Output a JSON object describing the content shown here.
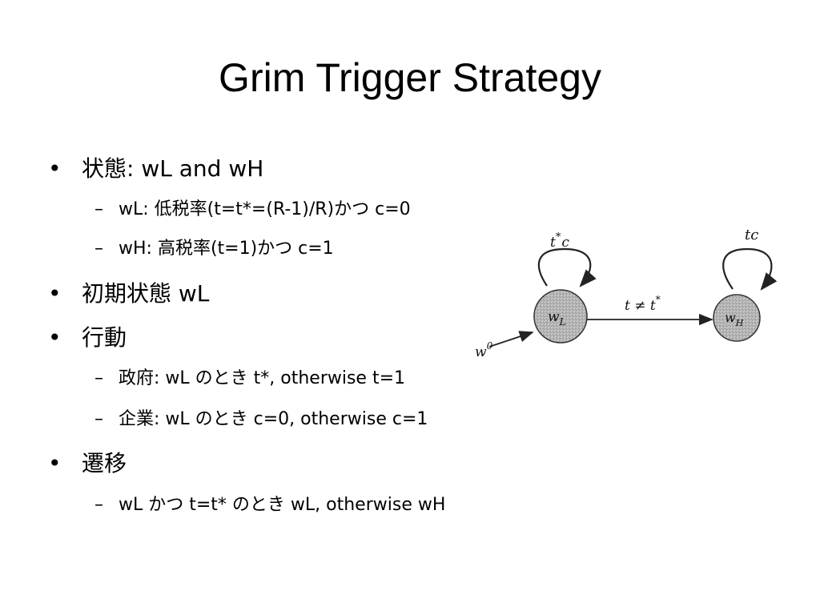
{
  "slide": {
    "title": "Grim Trigger Strategy",
    "items": [
      {
        "bullet": "•",
        "text": "状態: wL and wH"
      },
      {
        "bullet": "–",
        "text": "wL: 低税率(t=t*=(R-1)/R)かつ c=0"
      },
      {
        "bullet": "–",
        "text": "wH: 高税率(t=1)かつ c=1"
      },
      {
        "bullet": "•",
        "text": "初期状態 wL"
      },
      {
        "bullet": "•",
        "text": "行動"
      },
      {
        "bullet": "–",
        "text": "政府: wL のとき t*, otherwise t=1"
      },
      {
        "bullet": "–",
        "text": "企業: wL のとき c=0, otherwise c=1"
      },
      {
        "bullet": "•",
        "text": "遷移"
      },
      {
        "bullet": "–",
        "text": "wL かつ t=t* のとき wL, otherwise wH"
      }
    ]
  },
  "diagram": {
    "node_low": {
      "base": "w",
      "sub": "L"
    },
    "node_high": {
      "base": "w",
      "sub": "H"
    },
    "initial": {
      "base": "w",
      "sup": "0"
    },
    "loop_low": {
      "base": "t",
      "sup": "*",
      "tail": "c"
    },
    "loop_high": "tc",
    "transition": {
      "base": "t ≠ t",
      "sup": "*"
    }
  }
}
